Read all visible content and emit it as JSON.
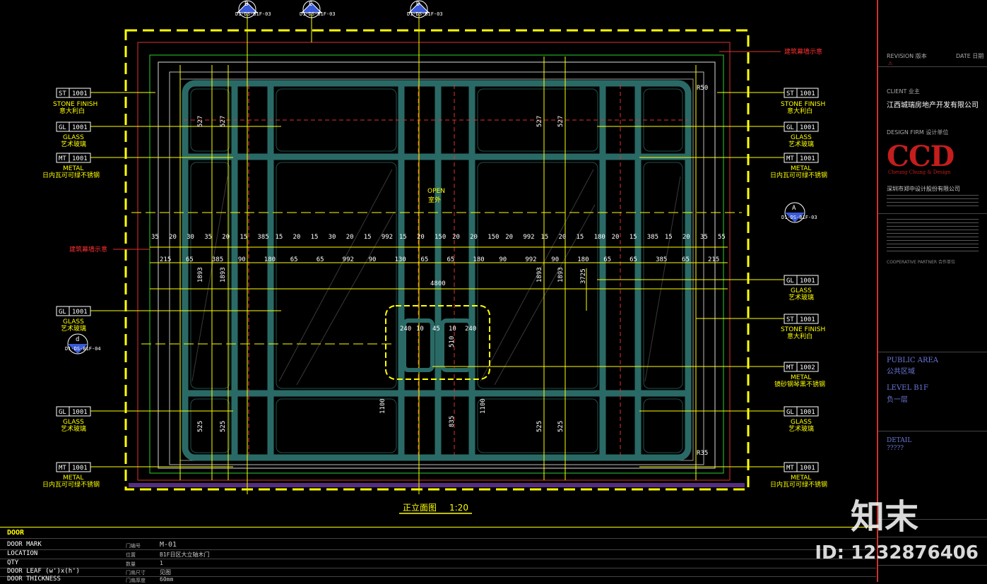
{
  "callouts_top": [
    "D1-DS-B1F-03",
    "D1-DS-B1F-03",
    "D1-DS-B1F-03"
  ],
  "callouts_top_letters": [
    "B",
    "C",
    "D"
  ],
  "callout_right": {
    "letter": "A",
    "ref": "D1-DS-B1F-03"
  },
  "callout_left": {
    "letter": "d",
    "ref": "D1-DS-B1F-04"
  },
  "red_note": "建筑幕墙示意",
  "open_label": "OPEN",
  "open_label_cn": "室外",
  "left_tags": [
    {
      "code": "ST",
      "num": "1001",
      "en": "STONE FINISH",
      "cn": "意大利白"
    },
    {
      "code": "GL",
      "num": "1001",
      "en": "GLASS",
      "cn": "艺术玻璃"
    },
    {
      "code": "MT",
      "num": "1001",
      "en": "METAL",
      "cn": "日内瓦可可绿不锈钢"
    },
    {
      "code": "GL",
      "num": "1001",
      "en": "GLASS",
      "cn": "艺术玻璃"
    },
    {
      "code": "GL",
      "num": "1001",
      "en": "GLASS",
      "cn": "艺术玻璃"
    },
    {
      "code": "MT",
      "num": "1001",
      "en": "METAL",
      "cn": "日内瓦可可绿不锈钢"
    }
  ],
  "right_tags": [
    {
      "code": "ST",
      "num": "1001",
      "en": "STONE FINISH",
      "cn": "意大利白"
    },
    {
      "code": "GL",
      "num": "1001",
      "en": "GLASS",
      "cn": "艺术玻璃"
    },
    {
      "code": "MT",
      "num": "1001",
      "en": "METAL",
      "cn": "日内瓦可可绿不锈钢"
    },
    {
      "code": "GL",
      "num": "1001",
      "en": "GLASS",
      "cn": "艺术玻璃"
    },
    {
      "code": "ST",
      "num": "1001",
      "en": "STONE FINISH",
      "cn": "意大利白"
    },
    {
      "code": "MT",
      "num": "1002",
      "en": "METAL",
      "cn": "镜砂钢琴黑不锈钢"
    },
    {
      "code": "GL",
      "num": "1001",
      "en": "GLASS",
      "cn": "艺术玻璃"
    },
    {
      "code": "MT",
      "num": "1001",
      "en": "METAL",
      "cn": "日内瓦可可绿不锈钢"
    }
  ],
  "dims": {
    "row1": [
      "35",
      "20",
      "30",
      "35",
      "20",
      "15",
      "385",
      "15",
      "20",
      "15",
      "30",
      "20",
      "15",
      "992",
      "15",
      "20",
      "150",
      "20",
      "20",
      "150",
      "20",
      "992",
      "15",
      "20",
      "15",
      "180",
      "20",
      "15",
      "385",
      "15",
      "20",
      "35",
      "55"
    ],
    "row2": [
      "215",
      "65",
      "385",
      "90",
      "180",
      "65",
      "65",
      "992",
      "90",
      "130",
      "65",
      "65",
      "180",
      "90",
      "992",
      "90",
      "180",
      "65",
      "65",
      "385",
      "65",
      "215"
    ],
    "total": "4800",
    "v_top": "527",
    "v_mid": "1893",
    "v_mid2": "3725",
    "v_bot": "525",
    "v_low": "1100",
    "v_door": "835",
    "handle": [
      "240",
      "10",
      "45",
      "10",
      "240"
    ],
    "handle_h": "510",
    "r1": "R50",
    "r2": "R35"
  },
  "drawing_title": "正立面图",
  "drawing_scale": "1:20",
  "schedule": {
    "header": "DOOR",
    "rows": [
      {
        "label": "DOOR MARK",
        "cn": "门编号",
        "value": "M-01"
      },
      {
        "label": "LOCATION",
        "cn": "位置",
        "value": "B1F日区大立轴木门"
      },
      {
        "label": "QTY",
        "cn": "数量",
        "value": "1"
      },
      {
        "label": "DOOR LEAF (w')x(h')",
        "cn": "门扇尺寸",
        "value": "见图"
      },
      {
        "label": "DOOR THICKNESS",
        "cn": "门扇厚度",
        "value": "60mm"
      }
    ]
  },
  "title_block": {
    "revision": "REVISION 版本",
    "date": "DATE 日期",
    "client_label": "CLIENT 业主",
    "client": "江西城瑞房地产开发有限公司",
    "design_firm_label": "DESIGN FIRM 设计单位",
    "logo": "CCD",
    "logo_sub": "Cheung Chung & Design",
    "firm_cn": "深圳市郑中设计股份有限公司",
    "cooperative": "COOPERATIVE PARTNER 合作单位",
    "area_en": "PUBLIC AREA",
    "area_cn": "公共区域",
    "level_en": "LEVEL B1F",
    "level_cn": "负一层",
    "detail_label": "DETAIL",
    "detail_val": "?????"
  },
  "watermark_id": "ID: 1232876406",
  "watermark_logo": "知末",
  "colors": {
    "yellow": "#ffff00",
    "teal": "#2a6a66",
    "green": "#2bd02b",
    "red": "#e03030",
    "white": "#ffffff"
  }
}
